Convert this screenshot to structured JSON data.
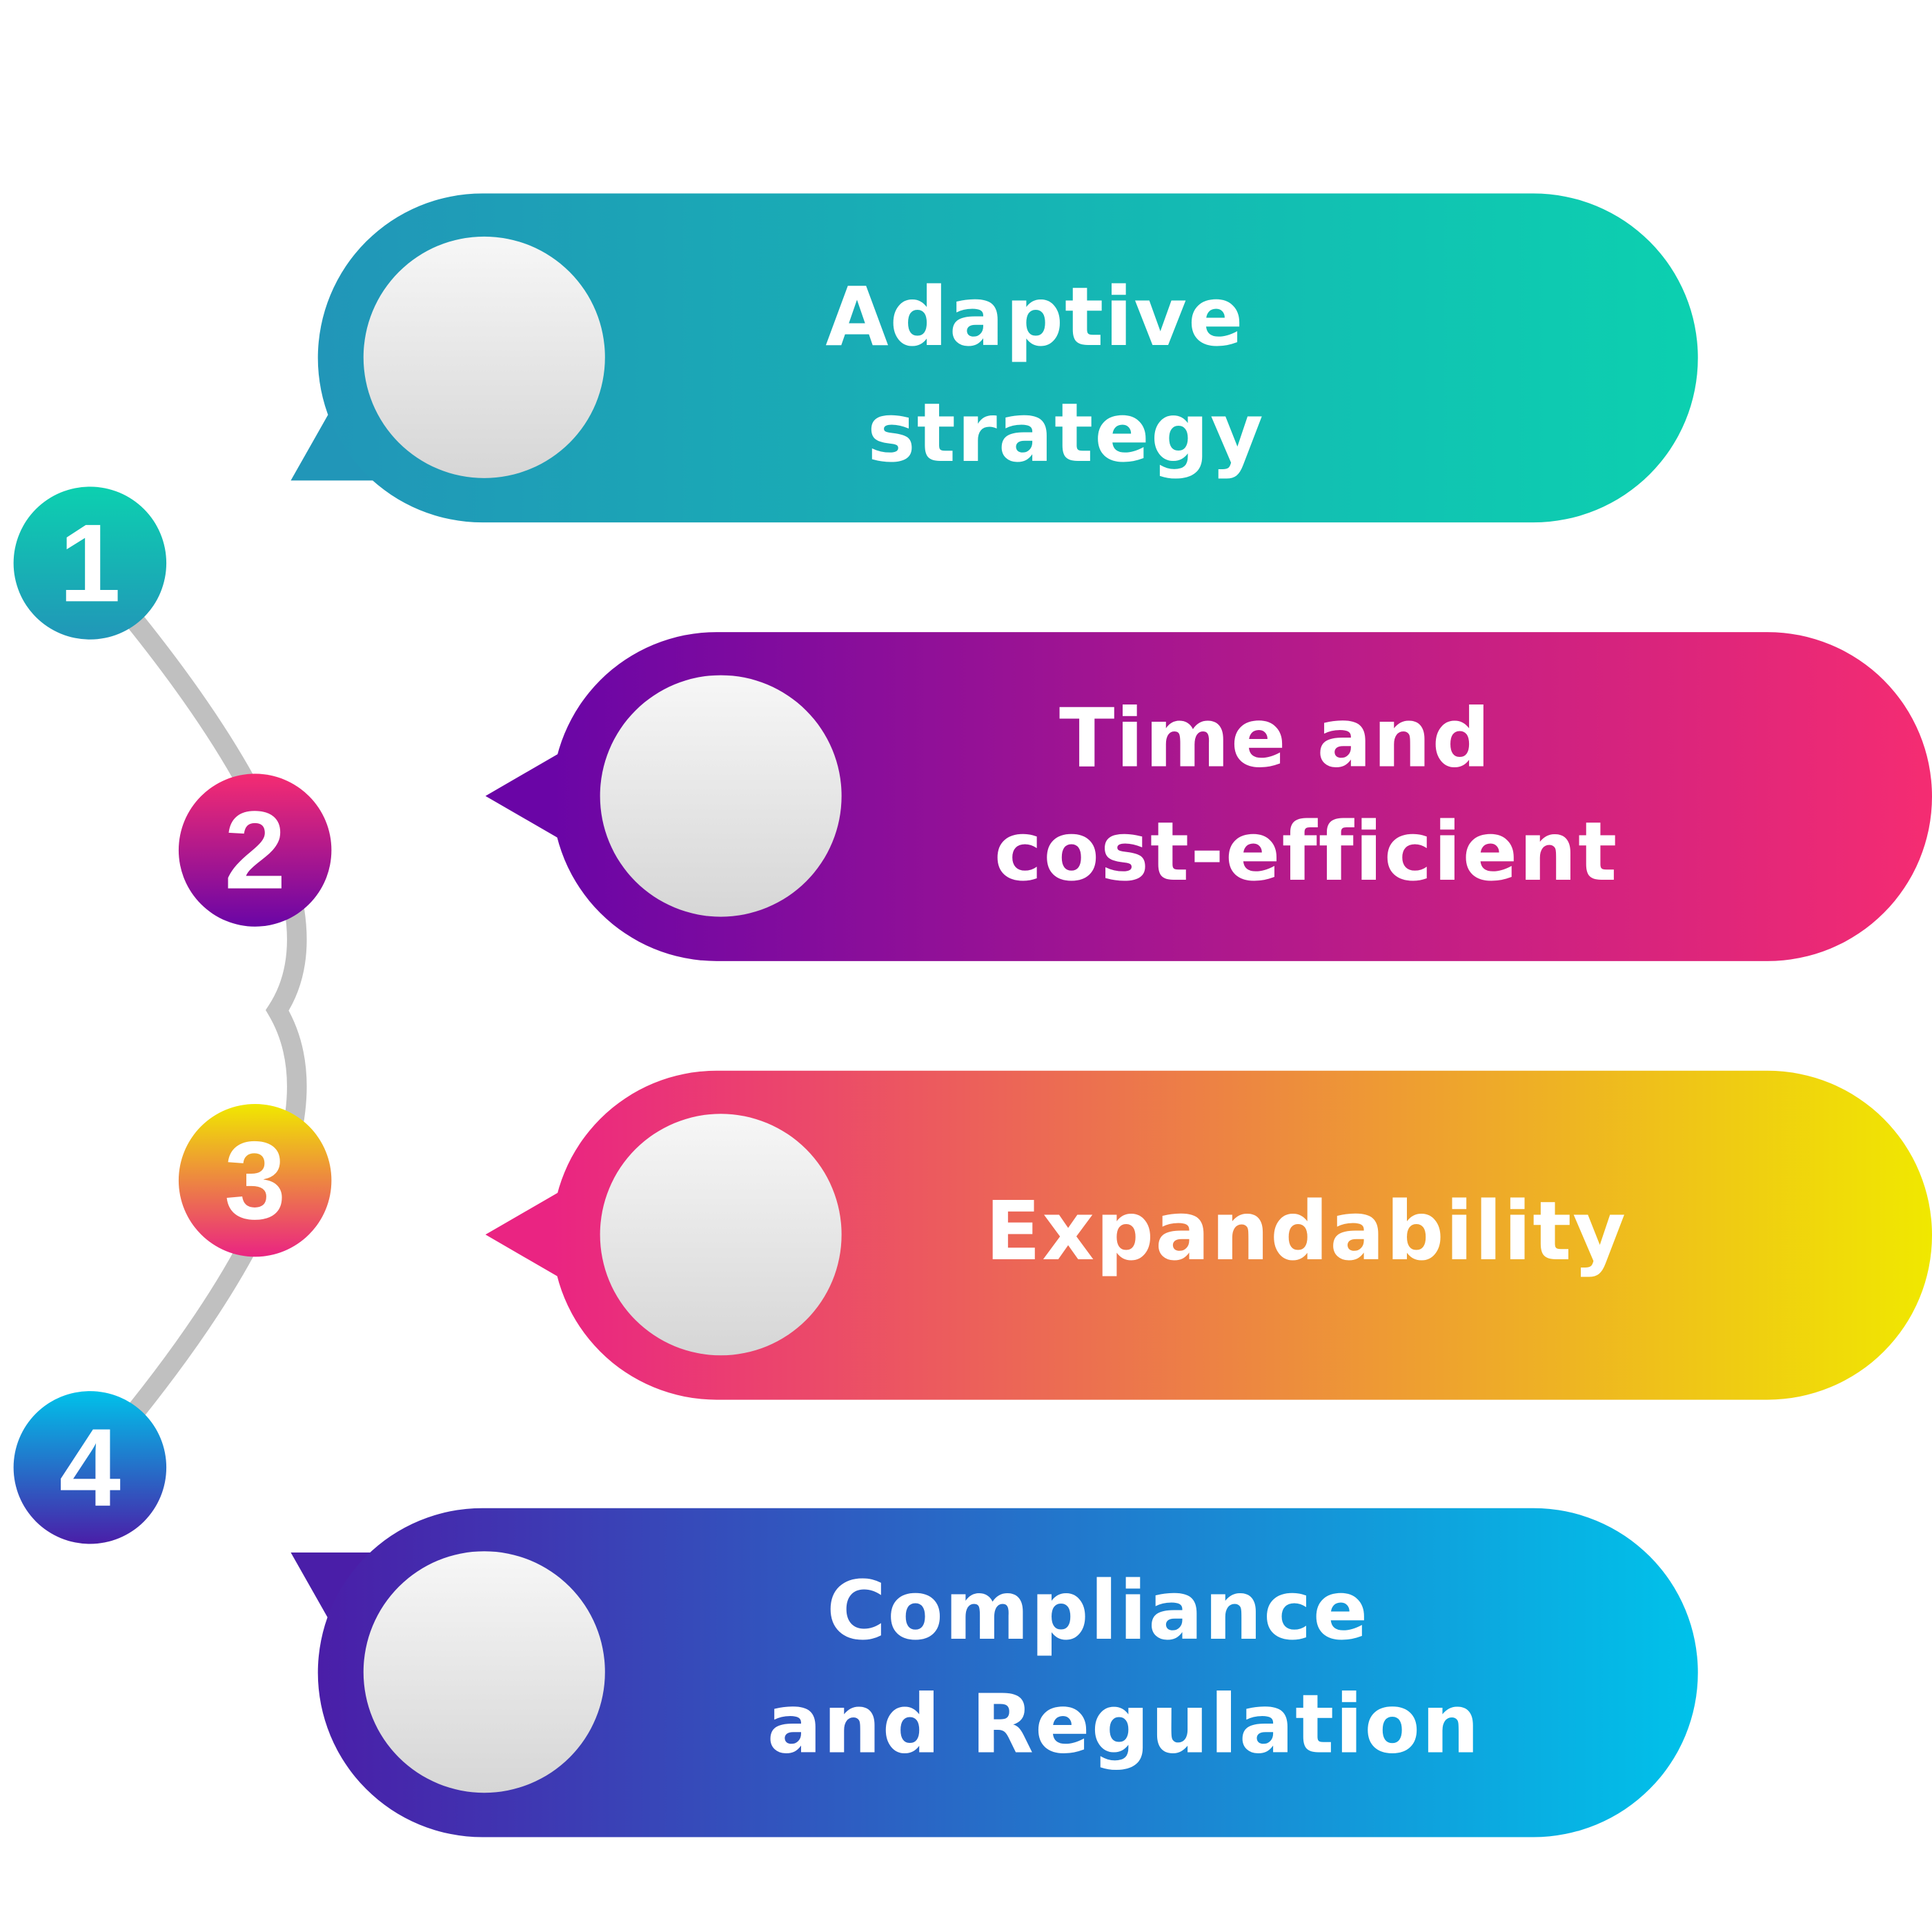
{
  "steps": [
    {
      "number": "1",
      "title_lines": [
        "Adaptive",
        "strategy"
      ],
      "colors": {
        "start": "#2196b8",
        "end": "#0cd0b0"
      }
    },
    {
      "number": "2",
      "title_lines": [
        "Time and",
        "cost-efficient"
      ],
      "colors": {
        "start": "#6a05a6",
        "end": "#f52c72"
      }
    },
    {
      "number": "3",
      "title_lines": [
        "Expandability"
      ],
      "colors": {
        "start": "#ea2482",
        "end": "#f0e800"
      }
    },
    {
      "number": "4",
      "title_lines": [
        "Compliance",
        "and Regulation"
      ],
      "colors": {
        "start": "#4a1ea8",
        "end": "#00c2ea"
      }
    }
  ],
  "connector_color": "#c0c0c0"
}
